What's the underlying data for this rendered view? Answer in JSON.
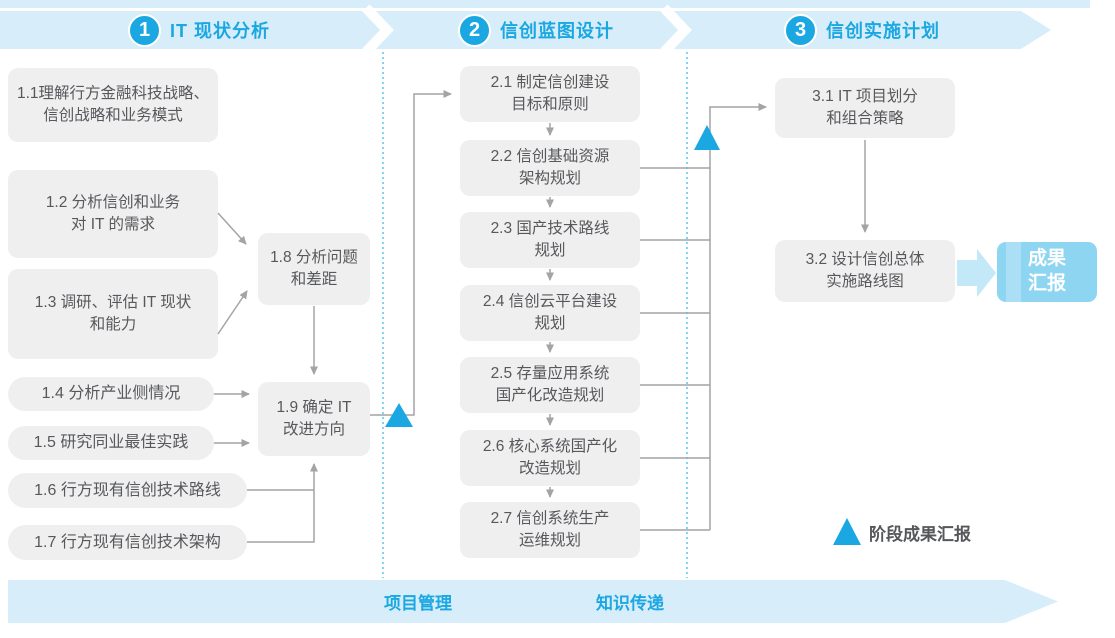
{
  "colors": {
    "accent": "#1BA7E2",
    "band": "#D7EEFA",
    "box_bg": "#EFEFEF",
    "box_text": "#57585C",
    "connector": "#A2A4A6",
    "dotted_divider": "#40BCEB",
    "result_box_bg": "#8ED5F2",
    "result_arrow": "#C3E8F8"
  },
  "phases": [
    {
      "number": "1",
      "title": "IT 现状分析"
    },
    {
      "number": "2",
      "title": "信创蓝图设计"
    },
    {
      "number": "3",
      "title": "信创实施计划"
    }
  ],
  "phase1_boxes": [
    {
      "id": "1.1",
      "label": "1.1理解行方金融科技战略、\n信创战略和业务模式"
    },
    {
      "id": "1.2",
      "label": "1.2 分析信创和业务\n对 IT 的需求"
    },
    {
      "id": "1.3",
      "label": "1.3 调研、评估 IT 现状\n和能力"
    },
    {
      "id": "1.4",
      "label": "1.4 分析产业侧情况"
    },
    {
      "id": "1.5",
      "label": "1.5 研究同业最佳实践"
    },
    {
      "id": "1.6",
      "label": "1.6 行方现有信创技术路线"
    },
    {
      "id": "1.7",
      "label": "1.7 行方现有信创技术架构"
    },
    {
      "id": "1.8",
      "label": "1.8 分析问题\n和差距"
    },
    {
      "id": "1.9",
      "label": "1.9 确定 IT\n改进方向"
    }
  ],
  "phase2_boxes": [
    {
      "id": "2.1",
      "label": "2.1 制定信创建设\n目标和原则"
    },
    {
      "id": "2.2",
      "label": "2.2 信创基础资源\n架构规划"
    },
    {
      "id": "2.3",
      "label": "2.3 国产技术路线\n规划"
    },
    {
      "id": "2.4",
      "label": "2.4 信创云平台建设\n规划"
    },
    {
      "id": "2.5",
      "label": "2.5 存量应用系统\n国产化改造规划"
    },
    {
      "id": "2.6",
      "label": "2.6 核心系统国产化\n改造规划"
    },
    {
      "id": "2.7",
      "label": "2.7 信创系统生产\n运维规划"
    }
  ],
  "phase3_boxes": [
    {
      "id": "3.1",
      "label": "3.1 IT 项目划分\n和组合策略"
    },
    {
      "id": "3.2",
      "label": "3.2 设计信创总体\n实施路线图"
    }
  ],
  "result_box": {
    "label": "成果\n汇报"
  },
  "legend": {
    "label": "阶段成果汇报"
  },
  "bottom_band": {
    "labels": [
      "项目管理",
      "知识传递"
    ]
  }
}
